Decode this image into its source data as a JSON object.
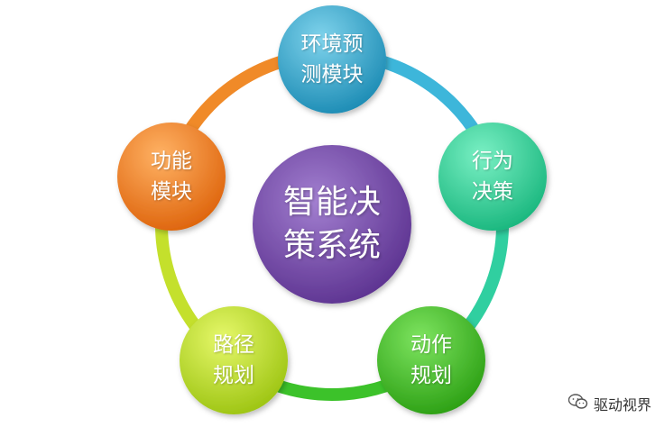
{
  "center": {
    "line1": "智能决",
    "line2": "策系统",
    "color": "#7a4fa8"
  },
  "nodes": [
    {
      "id": "env",
      "line1": "环境预",
      "line2": "测模块",
      "color": "#33a9cf"
    },
    {
      "id": "behavior",
      "line1": "行为",
      "line2": "决策",
      "color": "#2ed49a"
    },
    {
      "id": "action",
      "line1": "动作",
      "line2": "规划",
      "color": "#3fc121"
    },
    {
      "id": "path",
      "line1": "路径",
      "line2": "规划",
      "color": "#b9e21e"
    },
    {
      "id": "function",
      "line1": "功能",
      "line2": "模块",
      "color": "#f07e1a"
    }
  ],
  "ring_colors": [
    "#3db6da",
    "#30cfa0",
    "#3cc22a",
    "#c4e02c",
    "#f08a28"
  ],
  "watermark": {
    "text": "驱动视界",
    "icon": "wechat-icon"
  }
}
